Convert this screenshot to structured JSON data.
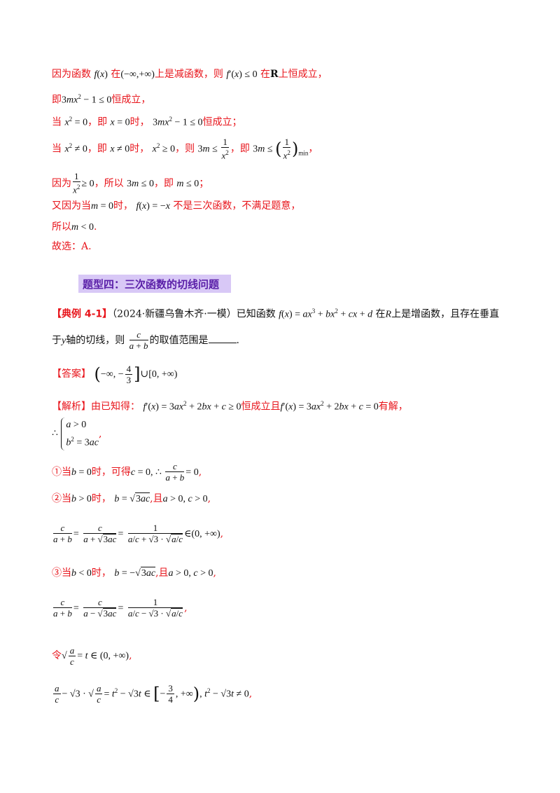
{
  "lines": {
    "l1_a": "因为函数",
    "l1_b": "在",
    "l1_c": "上是减函数，则",
    "l1_d": "在",
    "l1_e": "R",
    "l1_f": "上恒成立，",
    "l2_a": "即",
    "l2_b": "恒成立，",
    "l3_a": "当",
    "l3_b": "，即",
    "l3_c": "时，",
    "l3_d": "恒成立；",
    "l4_a": "当",
    "l4_b": "，即",
    "l4_c": "时，",
    "l4_d": "，则",
    "l4_e": "，即",
    "l4_f": "，",
    "l5_a": "因为",
    "l5_b": "，所以",
    "l5_c": "，即",
    "l5_d": "；",
    "l6_a": "又因为当",
    "l6_b": "时，",
    "l6_c": "不是三次函数，不满足题意，",
    "l7_a": "所以",
    "l7_b": ".",
    "l8": "故选：A."
  },
  "section_title": "题型四：三次函数的切线问题",
  "example": {
    "tag": "【典例 4-1】",
    "source": "（2024·新疆乌鲁木齐·一模）已知函数",
    "text_a": "在",
    "text_b": "R",
    "text_c": "上是增函数，且存在垂直",
    "line2_a": "于",
    "line2_b": "y",
    "line2_c": "轴的切线，则",
    "line2_d": "的取值范围是",
    "line2_e": "."
  },
  "answer": {
    "tag": "【答案】"
  },
  "analysis": {
    "tag": "【解析】",
    "intro": "由已知得：",
    "mid": "恒成立且",
    "end": "有解，",
    "case1_a": "①当",
    "case1_b": "时，可得",
    "case2_a": "②当",
    "case2_b": "时，",
    "case2_c": ",且",
    "case3_a": "③当",
    "case3_b": "时，",
    "case3_c": ",且",
    "let_a": "令"
  }
}
